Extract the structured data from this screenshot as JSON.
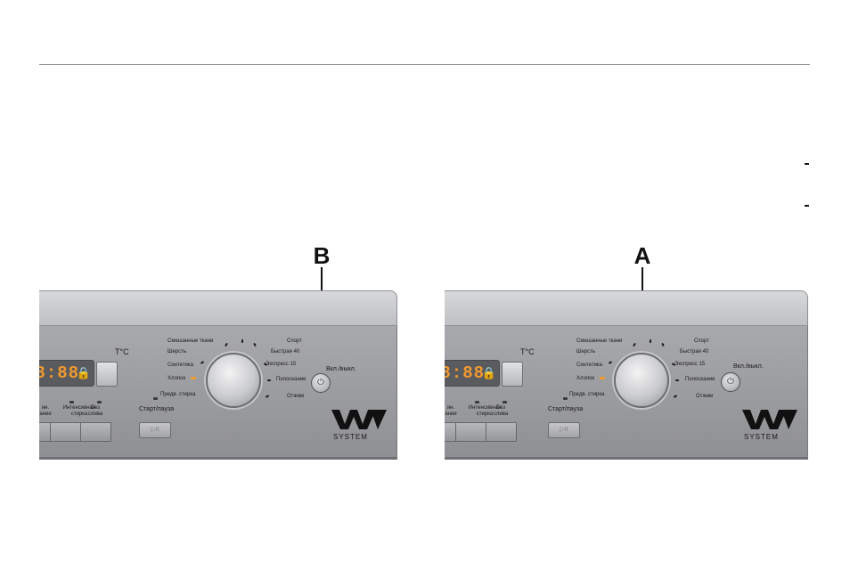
{
  "callouts": {
    "a": "A",
    "b": "B"
  },
  "panel": {
    "display_digits": "8:88",
    "lock_symbol": "🔒",
    "temp_label": "T°C",
    "programs_left": [
      "Смешанные ткани",
      "Шерсть",
      "Синтетика",
      "Хлопок",
      "Предв. стирка"
    ],
    "programs_right": [
      "Спорт",
      "Быстрая 40",
      "Экспресс 15",
      "Полоскание",
      "Отжим"
    ],
    "power_label": "Вкл./выкл.",
    "start_pause_label": "Старт/пауза",
    "start_pause_symbol": "▷II",
    "option_labels": {
      "partial": "ин.\nание",
      "intensive": "Интенсивная\nстирка",
      "no_drain": "Без\nслива"
    },
    "brand_word": "SYSTEM",
    "power_symbol": "⏻"
  },
  "colors": {
    "display_digits": "#f29a2e",
    "panel": "#9d9ea1",
    "ink": "#111111"
  }
}
